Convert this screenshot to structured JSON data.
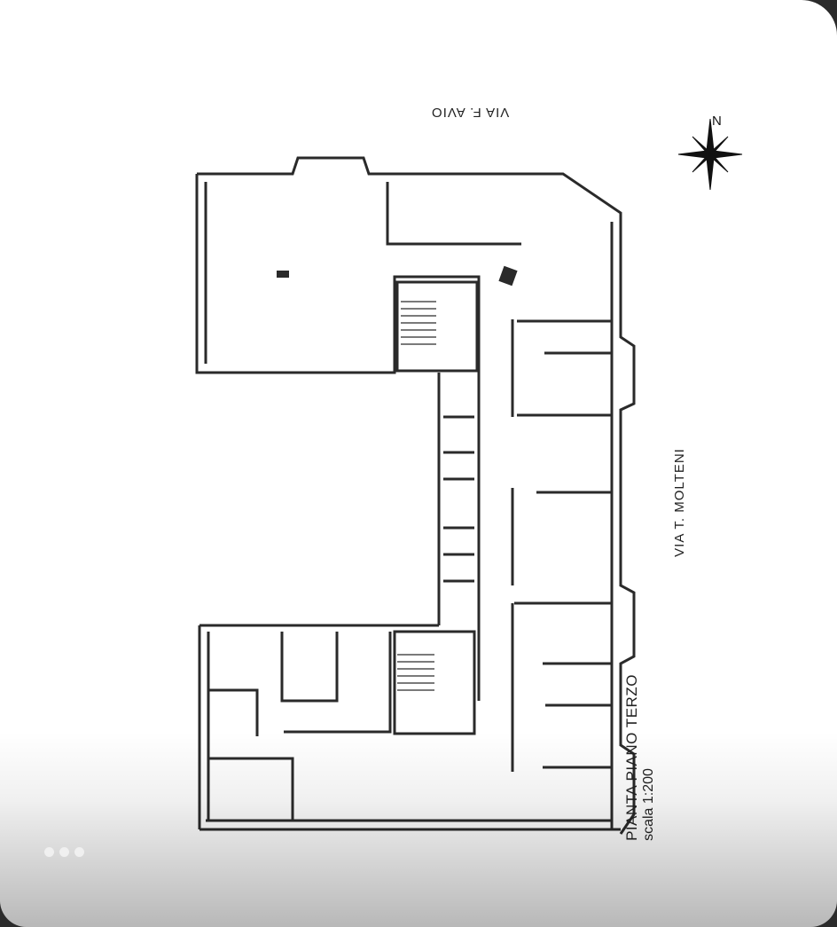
{
  "plan": {
    "street_top": "VIA F. AVIO",
    "street_right": "VIA T. MOLTENI",
    "title": "PIANTA PIANO TERZO",
    "scale": "scala 1:200",
    "north": "N"
  },
  "carousel": {
    "more_label": ""
  },
  "colors": {
    "line": "#2a2a2a",
    "paper": "#ffffff"
  },
  "icons": [
    "compass-rose-icon",
    "more-dots-icon"
  ]
}
